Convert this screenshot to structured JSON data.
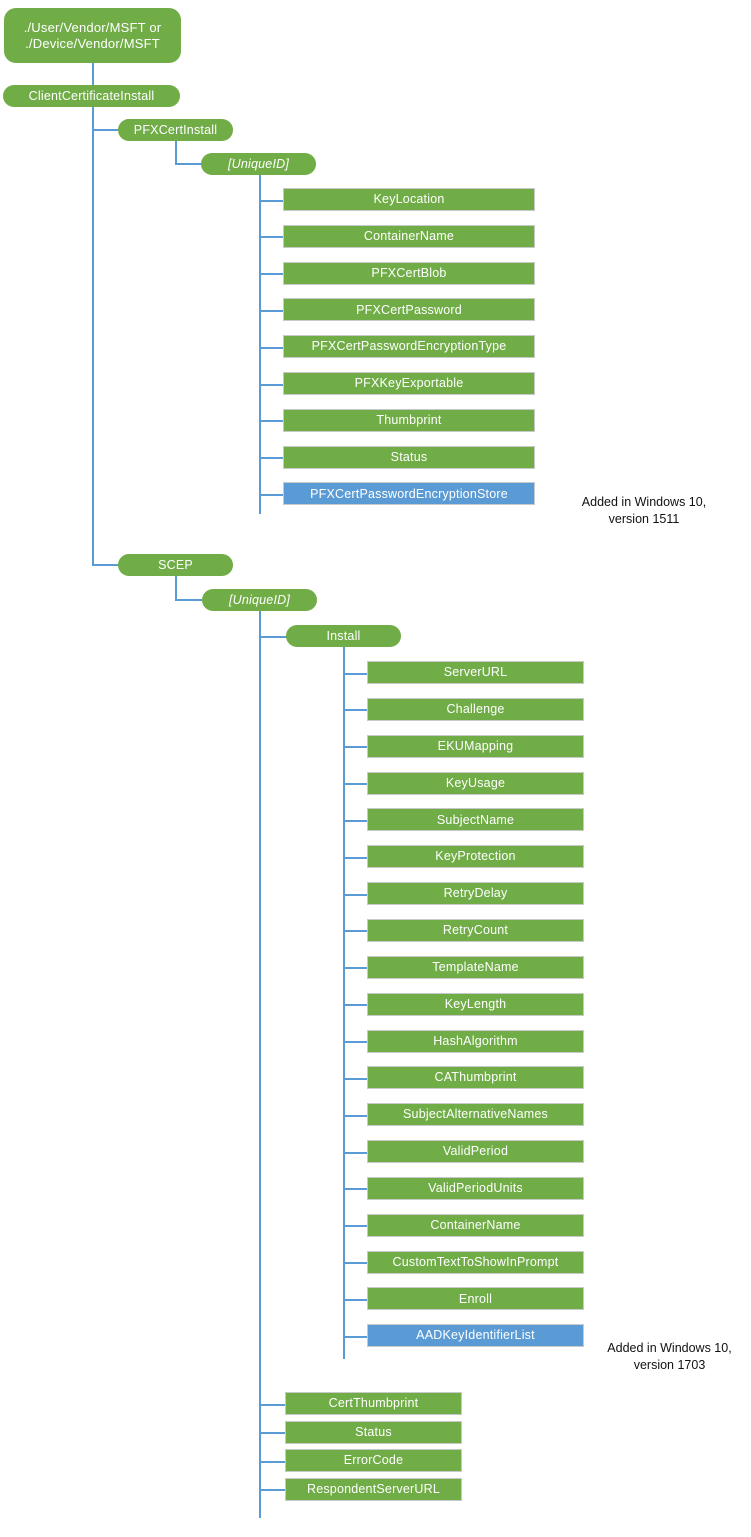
{
  "diagram": {
    "title": "ClientCertificateInstall CSP tree",
    "colors": {
      "node_green": "#70AD47",
      "node_blue": "#5B9BD5",
      "connector": "#5B9BD5",
      "text_on_node": "#FFFFFF",
      "annotation_text": "#111111",
      "background": "#FFFFFF"
    },
    "root": {
      "line1": "./User/Vendor/MSFT or",
      "line2": "./Device/Vendor/MSFT"
    },
    "level1": {
      "client_certificate_install": "ClientCertificateInstall"
    },
    "pfx_branch": {
      "pfx_cert_install": "PFXCertInstall",
      "unique_id": "[UniqueID]",
      "children": [
        "KeyLocation",
        "ContainerName",
        "PFXCertBlob",
        "PFXCertPassword",
        "PFXCertPasswordEncryptionType",
        "PFXKeyExportable",
        "Thumbprint",
        "Status",
        "PFXCertPasswordEncryptionStore"
      ],
      "highlighted_child": "PFXCertPasswordEncryptionStore",
      "annotation": {
        "line1": "Added in Windows 10,",
        "line2": "version 1511"
      }
    },
    "scep_branch": {
      "scep": "SCEP",
      "unique_id": "[UniqueID]",
      "install": "Install",
      "install_children": [
        "ServerURL",
        "Challenge",
        "EKUMapping",
        "KeyUsage",
        "SubjectName",
        "KeyProtection",
        "RetryDelay",
        "RetryCount",
        "TemplateName",
        "KeyLength",
        "HashAlgorithm",
        "CAThumbprint",
        "SubjectAlternativeNames",
        "ValidPeriod",
        "ValidPeriodUnits",
        "ContainerName",
        "CustomTextToShowInPrompt",
        "Enroll",
        "AADKeyIdentifierList"
      ],
      "highlighted_child": "AADKeyIdentifierList",
      "annotation": {
        "line1": "Added in Windows 10,",
        "line2": "version 1703"
      },
      "unique_id_children": [
        "CertThumbprint",
        "Status",
        "ErrorCode",
        "RespondentServerURL"
      ]
    }
  }
}
